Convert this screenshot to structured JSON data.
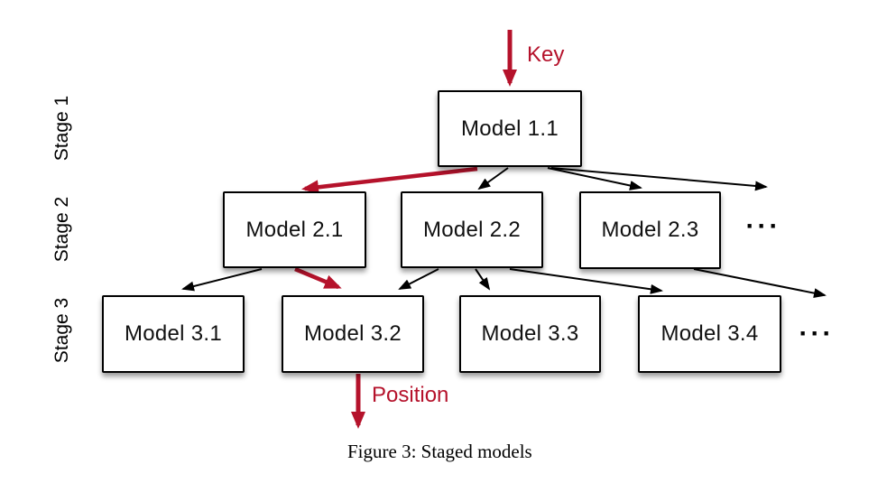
{
  "figure": {
    "caption": "Figure 3: Staged models",
    "key_label": "Key",
    "position_label": "Position",
    "colors": {
      "accent_red": "#B5122B",
      "line_black": "#000000",
      "box_fill": "#ffffff"
    },
    "stages": [
      {
        "label": "Stage 1",
        "boxes": [
          {
            "label": "Model 1.1"
          }
        ],
        "ellipsis": ""
      },
      {
        "label": "Stage 2",
        "boxes": [
          {
            "label": "Model 2.1"
          },
          {
            "label": "Model 2.2"
          },
          {
            "label": "Model 2.3"
          }
        ],
        "ellipsis": "···"
      },
      {
        "label": "Stage 3",
        "boxes": [
          {
            "label": "Model 3.1"
          },
          {
            "label": "Model 3.2"
          },
          {
            "label": "Model 3.3"
          },
          {
            "label": "Model 3.4"
          }
        ],
        "ellipsis": "···"
      }
    ],
    "edges": {
      "black": [
        {
          "from": "Model 1.1",
          "to": "Model 2.2"
        },
        {
          "from": "Model 1.1",
          "to": "Model 2.3"
        },
        {
          "from": "Model 1.1",
          "to": "more-stage2"
        },
        {
          "from": "Model 2.1",
          "to": "Model 3.1"
        },
        {
          "from": "Model 2.2",
          "to": "Model 3.2"
        },
        {
          "from": "Model 2.2",
          "to": "Model 3.3"
        },
        {
          "from": "Model 2.2",
          "to": "Model 3.4"
        },
        {
          "from": "Model 2.3",
          "to": "more-stage3"
        }
      ],
      "red_path": [
        "Key",
        "Model 1.1",
        "Model 2.1",
        "Model 3.2",
        "Position"
      ]
    }
  }
}
